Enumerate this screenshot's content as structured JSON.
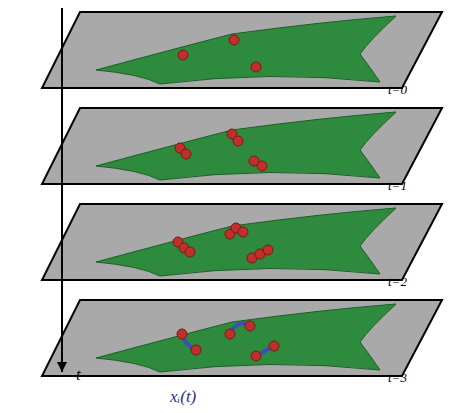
{
  "diagram": {
    "labels": [
      "t=0",
      "t=1",
      "t=2",
      "t=3",
      "t",
      "xᵢ(t)"
    ]
  }
}
